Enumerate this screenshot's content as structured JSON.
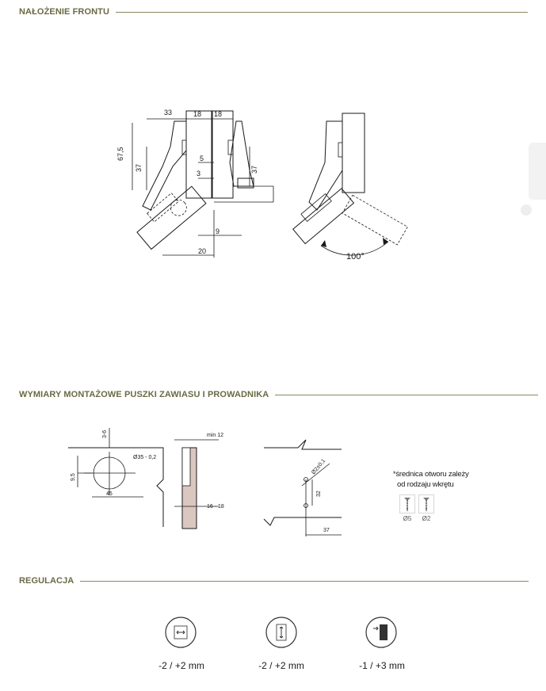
{
  "sections": {
    "front_overlay": {
      "title": "NAŁOŻENIE FRONTU"
    },
    "mounting": {
      "title": "WYMIARY MONTAŻOWE PUSZKI ZAWIASU I PROWADNIKA"
    },
    "adjustment": {
      "title": "REGULACJA"
    }
  },
  "overlay_drawing": {
    "dims": {
      "d33": "33",
      "d18a": "18",
      "d18b": "18",
      "d67_5": "67,5",
      "d37_left": "37",
      "d37_right": "37",
      "d5": "5",
      "d3": "3",
      "d9": "9",
      "d20": "20"
    },
    "angle": "100°"
  },
  "mounting_drawing": {
    "dims": {
      "d3_6": "3-6",
      "d35": "Ø35 - 0,2",
      "d9_5": "9,5",
      "d45": "45",
      "min12": "min 12",
      "d16_18": "16 - 18",
      "d2": "Ø2±0,1",
      "d32": "32",
      "d37": "37"
    }
  },
  "note": {
    "asterisk": "*",
    "line1": "średnica otworu zależy",
    "line2": "od rodzaju wkrętu"
  },
  "screws": [
    {
      "label": "Ø5"
    },
    {
      "label": "Ø2"
    }
  ],
  "adjustments": [
    {
      "icon": "side-adjust-icon",
      "value": "-2 / +2 mm"
    },
    {
      "icon": "height-adjust-icon",
      "value": "-2 / +2 mm"
    },
    {
      "icon": "depth-adjust-icon",
      "value": "-1 / +3 mm"
    }
  ],
  "colors": {
    "heading": "#6b6a45",
    "rule": "#8a8965",
    "line": "#1a1a1a"
  }
}
